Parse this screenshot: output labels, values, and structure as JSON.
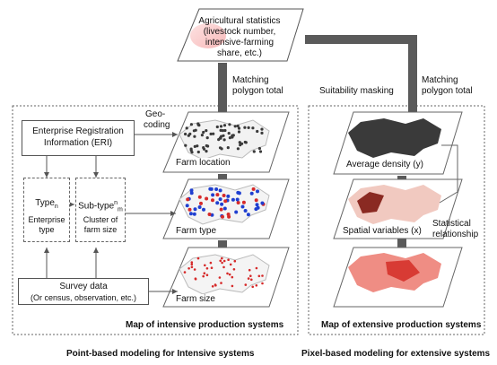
{
  "top_stats": {
    "title": "Agricultural statistics",
    "line1": "(livestock number,",
    "line2": "intensive-farming",
    "line3": "share, etc.)"
  },
  "arrows_text": {
    "matching_left_1": "Matching",
    "matching_left_2": "polygon total",
    "matching_right_1": "Matching",
    "matching_right_2": "polygon total",
    "suitability": "Suitability masking",
    "geocoding_1": "Geo-",
    "geocoding_2": "coding",
    "statistical_1": "Statistical",
    "statistical_2": "relationship"
  },
  "left_panel": {
    "eri_line1": "Enterprise Registration",
    "eri_line2": "Information (ERI)",
    "type_label": "Type",
    "type_sub": "n",
    "type_desc": "Enterprise type",
    "subtype_label": "Sub-type",
    "subtype_sub": "m",
    "subtype_sup": "n",
    "subtype_desc_1": "Cluster of",
    "subtype_desc_2": "farm size",
    "survey_line1": "Survey data",
    "survey_line2": "(Or census, observation, etc.)",
    "farm_location": "Farm location",
    "farm_type": "Farm type",
    "farm_size": "Farm size",
    "panel_title": "Map of intensive production systems",
    "caption": "Point-based modeling for Intensive systems"
  },
  "right_panel": {
    "avg_density": "Average density (y)",
    "spatial_vars": "Spatial variables (x)",
    "panel_title": "Map of extensive production systems",
    "caption": "Pixel-based modeling for extensive systems"
  },
  "colors": {
    "thick_arrow": "#555555",
    "map_dark": "#3a3a3a",
    "map_red": "#e03a3a",
    "dot_blue": "#1f3fd0",
    "dot_red": "#d62a2a"
  }
}
